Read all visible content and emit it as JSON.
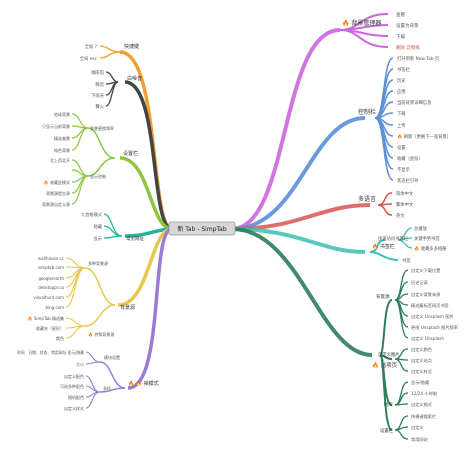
{
  "center": {
    "label": "新 Tab - SimpTab"
  },
  "colors": {
    "purple": "#cc66dd",
    "blue": "#5b8fd6",
    "red": "#d9534f",
    "teal": "#3bbfb0",
    "dgreen": "#2e7d5b",
    "orange": "#f0a030",
    "brown": "#444444",
    "lgreen": "#8cc63f",
    "cyan": "#22b59a",
    "yellow": "#e6c84a",
    "violet": "#9a7bd8"
  },
  "right": {
    "bg_manage": {
      "label": "背景管理器",
      "items": [
        "查看",
        "设置为背景",
        "下载",
        "删除 云壁纸"
      ]
    },
    "console": {
      "label": "控制栏",
      "items": [
        "打开到新 New Tab 页",
        "书签栏",
        "历史",
        "应用",
        "当前背景详细信息",
        "下载",
        "上传",
        "刷新（更换下一张背景）",
        "设置",
        "收藏（星形）",
        "不显示",
        "状态栏引导"
      ]
    },
    "language": {
      "label": "多语言",
      "items": [
        "简体中文",
        "繁体中文",
        "英文"
      ]
    },
    "bookmarks": {
      "label": "书签栏",
      "sub": "快速访问书签栏",
      "items": [
        "总播放",
        "关键手势书签",
        "收藏多多相册",
        "书签"
      ]
    },
    "options": {
      "label": "选项页",
      "groups": [
        {
          "label": "背景源",
          "items": [
            "自定义下载位置",
            "历史记录",
            "自定义背景来源",
            "精选集标签网页书签",
            "自定义 Unsplash 图片",
            "更改 Unsplash 图片频率",
            "自定义 Unsplash"
          ]
        },
        {
          "label": "自定义图片",
          "items": [
            "自定义颜色",
            "自定义站点",
            "自定义样式"
          ]
        },
        {
          "label": "时间",
          "items": [
            "显示/隐藏",
            "12/24 小时制",
            "自定义格式"
          ]
        },
        {
          "label": "设置栏",
          "items": [
            "快捷键搜索栏",
            "自定义",
            "常用网站"
          ]
        }
      ]
    }
  },
  "left": {
    "shortcuts": {
      "label": "快捷键",
      "items": [
        "全局 ?",
        "全局 esc"
      ]
    },
    "bgcolor": {
      "label": "白噪音",
      "items": [
        "咖啡馆",
        "静音",
        "下雨天",
        "篝火"
      ]
    },
    "control": {
      "label": "设置栏",
      "items": [
        "地球背景",
        "只显示当前背景",
        "精选美景",
        "纯色背景",
        "北上西北开",
        "显示控制",
        "背景更换频率",
        "收藏此模式",
        "背景源提交源",
        "背景源自定义源"
      ]
    },
    "inherit": {
      "label": "常见网址",
      "items": [
        "九宫格模式",
        "隐藏",
        "显示"
      ]
    },
    "bgsource": {
      "label": "背景源",
      "items": [
        "wallhaven.cc",
        "simptab.com",
        "google/earth",
        "desktoppr.co",
        "visualhunt.com",
        "bing.com",
        "SimpTab 精选集",
        "收藏夹（星形）",
        "颜色"
      ]
    },
    "zen": {
      "label": "禅模式",
      "items": [
        "时间、日期、状态、常用网址 显示/隐藏",
        "大小",
        "自定义配色",
        "可选多种配色",
        "随机配色",
        "自定义样式"
      ]
    }
  }
}
